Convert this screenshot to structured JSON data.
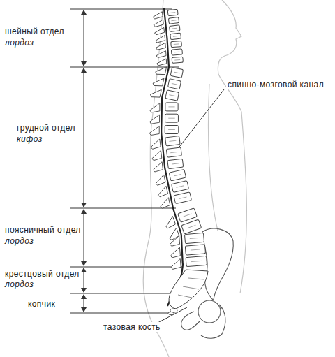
{
  "diagram": {
    "labels": [
      "шейный отдел",
      "лордоз",
      "грудной отдел",
      "кифоз",
      "поясничный отдел",
      "лордоз",
      "крестцовый отдел",
      "лордоз",
      "копчик",
      "тазовая кость",
      "спинно-мозговой канал"
    ]
  }
}
